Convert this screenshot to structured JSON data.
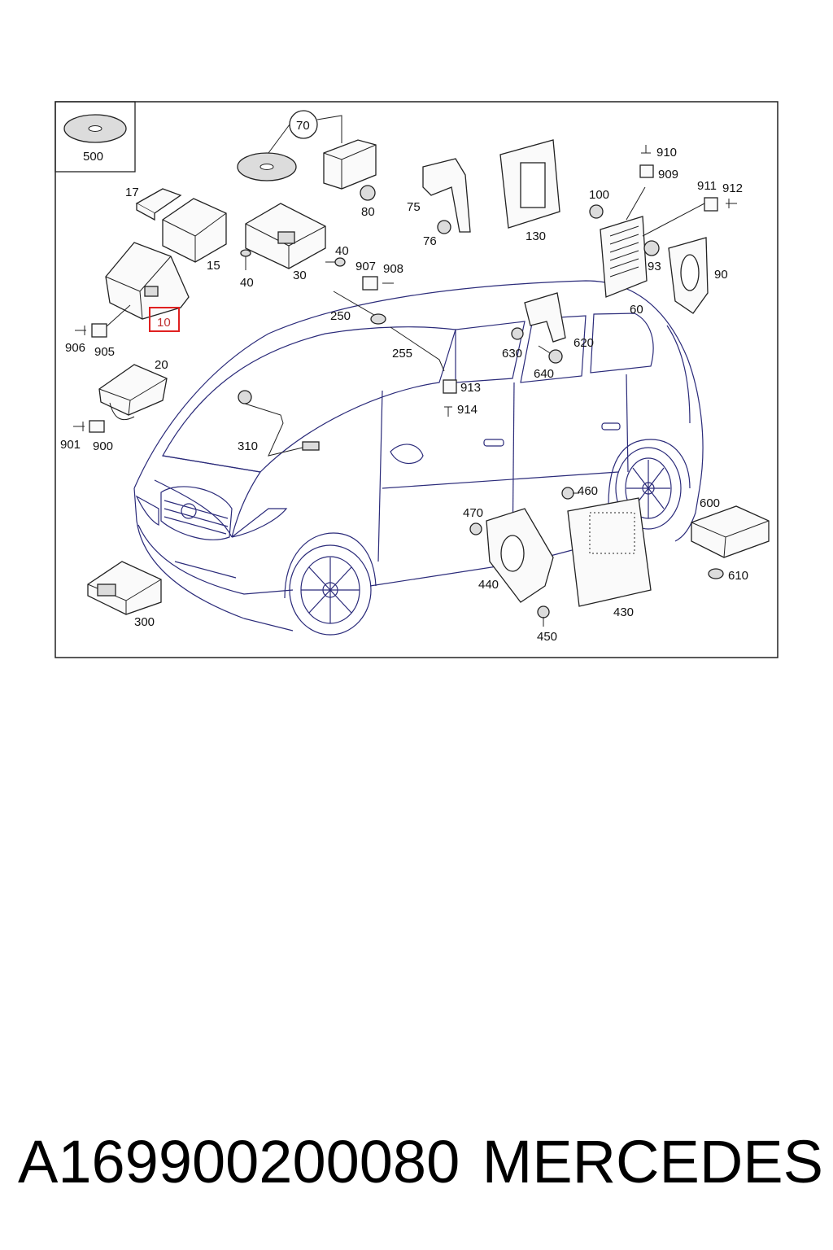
{
  "caption": {
    "part_number": "A169900200080",
    "brand": "MERCEDES"
  },
  "diagram": {
    "highlighted_callout": "10",
    "highlight_color": "#e02020",
    "callouts": {
      "c500": "500",
      "c70": "70",
      "c80": "80",
      "c17": "17",
      "c15": "15",
      "c30": "30",
      "c40a": "40",
      "c40b": "40",
      "c75": "75",
      "c76": "76",
      "c130": "130",
      "c910": "910",
      "c909": "909",
      "c100": "100",
      "c911": "911",
      "c912": "912",
      "c93": "93",
      "c90": "90",
      "c60": "60",
      "c907": "907",
      "c908": "908",
      "c250": "250",
      "c255": "255",
      "c10": "10",
      "c906": "906",
      "c905": "905",
      "c20": "20",
      "c913": "913",
      "c914": "914",
      "c630": "630",
      "c620": "620",
      "c640": "640",
      "c901": "901",
      "c900": "900",
      "c310": "310",
      "c460": "460",
      "c470": "470",
      "c600": "600",
      "c440": "440",
      "c610": "610",
      "c430": "430",
      "c300": "300",
      "c450": "450"
    }
  }
}
